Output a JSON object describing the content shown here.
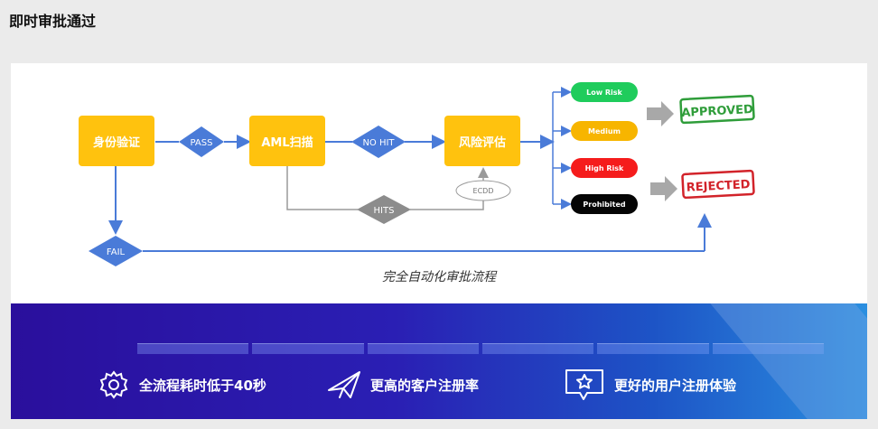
{
  "page": {
    "title": "即时审批通过"
  },
  "flow": {
    "nodes": {
      "identity": "身份验证",
      "aml": "AML扫描",
      "risk": "风险评估"
    },
    "edges": {
      "pass": "PASS",
      "no_hit": "NO HIT",
      "hits": "HITS",
      "fail": "FAIL",
      "ecdd": "ECDD"
    },
    "risk_levels": [
      {
        "label": "Low Risk",
        "color": "#1fcc5c"
      },
      {
        "label": "Medium",
        "color": "#f7b500"
      },
      {
        "label": "High Risk",
        "color": "#f51c1c"
      },
      {
        "label": "Prohibited",
        "color": "#050505"
      }
    ],
    "stamps": {
      "approved": "APPROVED",
      "rejected": "REJECTED"
    },
    "caption": "完全自动化审批流程",
    "colors": {
      "node": "#ffc20e",
      "diamond": "#4a7bd8",
      "arrow": "#4a7bd8",
      "grey": "#8c8c8c"
    }
  },
  "banner": {
    "features": [
      {
        "icon": "gear-icon",
        "label": "全流程耗时低于40秒"
      },
      {
        "icon": "paper-plane-icon",
        "label": "更高的客户注册率"
      },
      {
        "icon": "star-screen-icon",
        "label": "更好的用户注册体验"
      }
    ]
  }
}
